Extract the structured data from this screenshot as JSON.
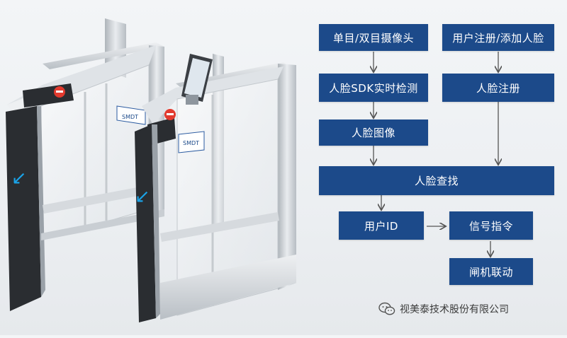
{
  "flowchart": {
    "nodes": {
      "camera": "单目/双目摄像头",
      "detect": "人脸SDK实时检测",
      "face_image": "人脸图像",
      "register": "用户注册/添加人脸",
      "face_register": "人脸注册",
      "search": "人脸查找",
      "user_id": "用户ID",
      "signal": "信号指令",
      "gate": "闸机联动"
    },
    "edges": [
      [
        "camera",
        "detect"
      ],
      [
        "detect",
        "face_image"
      ],
      [
        "face_image",
        "search"
      ],
      [
        "register",
        "face_register"
      ],
      [
        "face_register",
        "search"
      ],
      [
        "search",
        "user_id"
      ],
      [
        "user_id",
        "signal"
      ],
      [
        "signal",
        "gate"
      ]
    ]
  },
  "turnstile": {
    "panel_label": "SMDT",
    "direction_arrow": "↙"
  },
  "watermark": {
    "text": "视美泰技术股份有限公司",
    "icon": "wechat-icon"
  },
  "colors": {
    "box": "#1c4a8a",
    "arrow": "#555555",
    "steel": "#c9ced3",
    "dark_panel": "#2a2d31",
    "led": "#1aa3e8",
    "stop_sign": "#e23a2e"
  }
}
